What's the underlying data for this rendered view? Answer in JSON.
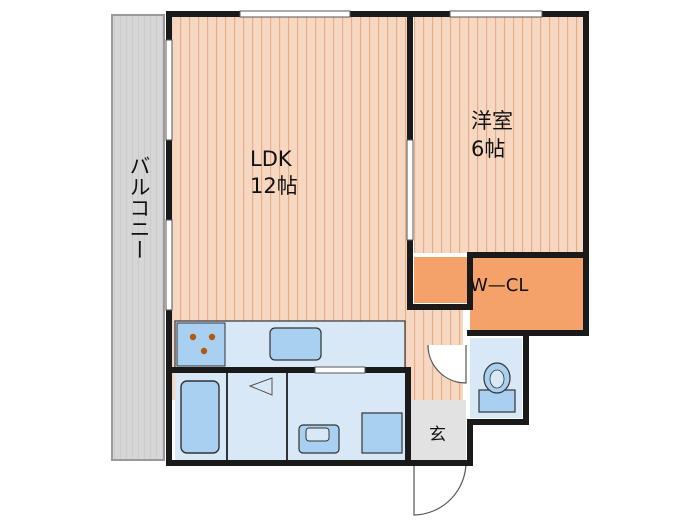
{
  "rooms": {
    "ldk": {
      "name": "LDK",
      "size": "12帖"
    },
    "western": {
      "name": "洋室",
      "size": "6帖"
    },
    "wcl": {
      "name": "W—CL"
    },
    "entrance": {
      "name": "玄"
    },
    "balcony": {
      "name": "バルコニー"
    }
  },
  "colors": {
    "wall": "#1a1a1a",
    "floor_wood": "#f6d8c2",
    "floor_wood_line": "#e7ad8b",
    "closet": "#f5a16a",
    "balcony": "#d6d6d6",
    "wet_area": "#d9e8f7",
    "fixture": "#a9d0f1",
    "entrance_floor": "#e2e2e2"
  }
}
